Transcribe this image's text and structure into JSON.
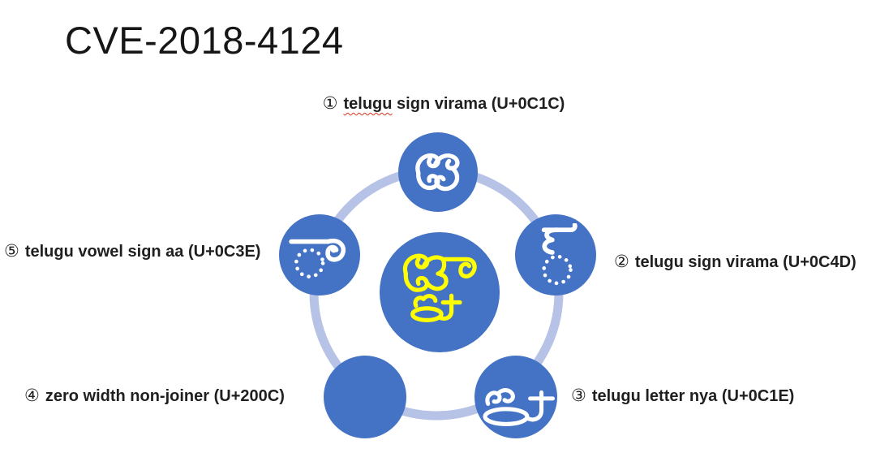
{
  "title": "CVE-2018-4124",
  "colors": {
    "node_blue": "#4472C4",
    "ring_light_blue": "#B6C2E6",
    "center_glyph_yellow": "#FFFF00",
    "text_black": "#1f1f1f",
    "spellcheck_red": "#e0301e"
  },
  "center": {
    "glyph": "జ్ఞా",
    "glyph_name": "telugu-ja-virama-nya-aa-conjunct"
  },
  "nodes": [
    {
      "num": "①",
      "misspelled_word": "telugu",
      "text_rest": " sign virama (U+0C1C)",
      "full_label": "telugu sign virama (U+0C1C)",
      "glyph": "జ",
      "glyph_name": "telugu-letter-ja"
    },
    {
      "num": "②",
      "text": "telugu sign virama (U+0C4D)",
      "glyph": "్",
      "glyph_name": "telugu-sign-virama"
    },
    {
      "num": "③",
      "text": "telugu letter nya (U+0C1E)",
      "glyph": "ఞ",
      "glyph_name": "telugu-letter-nya"
    },
    {
      "num": "④",
      "text": "zero width non-joiner (U+200C)",
      "glyph": "",
      "glyph_name": "zero-width-non-joiner"
    },
    {
      "num": "⑤",
      "text": "telugu vowel sign aa (U+0C3E)",
      "glyph": "ా",
      "glyph_name": "telugu-vowel-sign-aa"
    }
  ]
}
